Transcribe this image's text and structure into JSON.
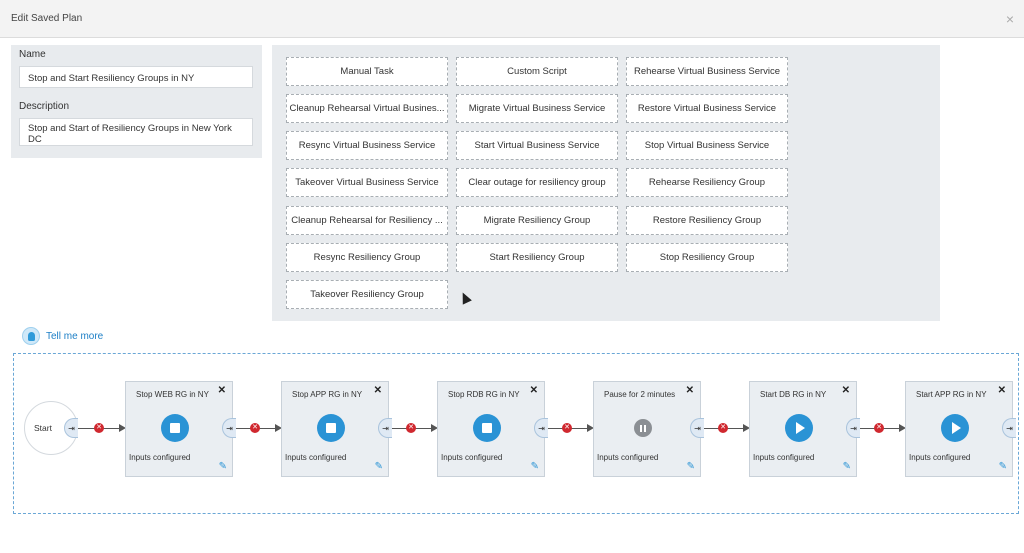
{
  "dialog": {
    "title": "Edit Saved Plan",
    "close_glyph": "×"
  },
  "form": {
    "name_label": "Name",
    "name_value": "Stop and Start Resiliency Groups in NY",
    "description_label": "Description",
    "description_value": "Stop and Start of Resiliency Groups in New York DC"
  },
  "tasks": [
    "Manual Task",
    "Custom Script",
    "Rehearse Virtual Business Service",
    "Cleanup Rehearsal Virtual Busines...",
    "Migrate Virtual Business Service",
    "Restore Virtual Business Service",
    "Resync Virtual Business Service",
    "Start Virtual Business Service",
    "Stop Virtual Business Service",
    "Takeover Virtual Business Service",
    "Clear outage for resiliency group",
    "Rehearse Resiliency Group",
    "Cleanup Rehearsal for Resiliency ...",
    "Migrate Resiliency Group",
    "Restore Resiliency Group",
    "Resync Resiliency Group",
    "Start Resiliency Group",
    "Stop Resiliency Group",
    "Takeover Resiliency Group"
  ],
  "help": {
    "tell_me_more": "Tell me more"
  },
  "workflow": {
    "start_label": "Start",
    "port_glyph": "⇥",
    "delete_glyph": "✕",
    "close_glyph": "✕",
    "edit_glyph": "✎",
    "steps": [
      {
        "title": "Stop WEB RG in NY",
        "icon": "stop-icon",
        "status": "Inputs configured"
      },
      {
        "title": "Stop APP RG in NY",
        "icon": "stop-icon",
        "status": "Inputs configured"
      },
      {
        "title": "Stop RDB RG in NY",
        "icon": "stop-icon",
        "status": "Inputs configured"
      },
      {
        "title": "Pause for 2 minutes",
        "icon": "pause-icon",
        "status": "Inputs configured"
      },
      {
        "title": "Start DB RG in NY",
        "icon": "play-icon",
        "status": "Inputs configured"
      },
      {
        "title": "Start APP RG in NY",
        "icon": "play-icon",
        "status": "Inputs configured"
      }
    ]
  },
  "colors": {
    "accent": "#2a93d5",
    "delete": "#d0282f",
    "panel": "#e8ebee"
  }
}
